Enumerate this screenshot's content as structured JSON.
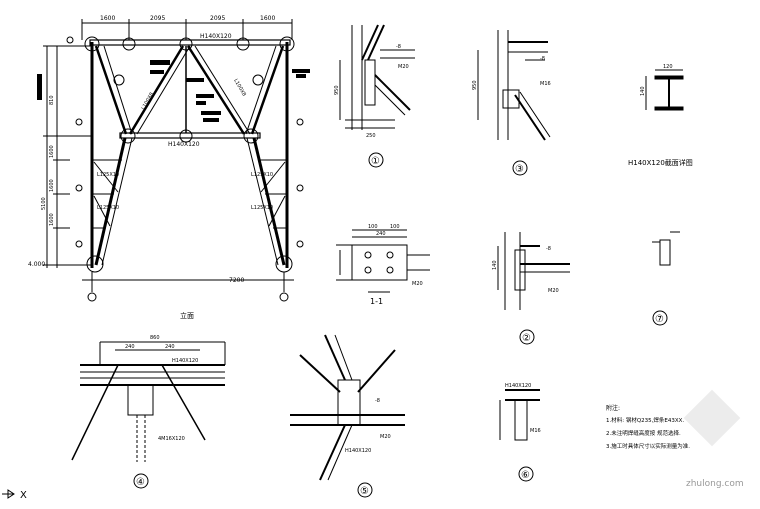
{
  "frame": {
    "top_dims": [
      "1600",
      "2095",
      "2095",
      "1600"
    ],
    "beam_top": "H140X120",
    "beam_mid": "H140X120",
    "left_dims": [
      "810",
      "1600",
      "1600",
      "1600"
    ],
    "left_total": "5100",
    "elev_label": "4.000",
    "bottom_dim": "7200",
    "brace_labels": [
      "L100X8",
      "L100X8"
    ],
    "lower_labels": [
      "L125X10",
      "L125X10",
      "L125X10",
      "L125X10"
    ],
    "title": "立面"
  },
  "section_title": "H140X120截面详图",
  "section_dims": [
    "120",
    "140"
  ],
  "section_1_1": "1-1",
  "details": {
    "d1": "①",
    "d2": "②",
    "d3": "③",
    "d4": "④",
    "d5": "⑤",
    "d6": "⑥",
    "d7": "⑦"
  },
  "d1_labels": [
    "-8",
    "M20",
    "250",
    "950"
  ],
  "d3_labels": [
    "-8",
    "M16",
    "950"
  ],
  "d2_labels": [
    "-8",
    "M20",
    "140"
  ],
  "d4_labels": [
    "860",
    "240",
    "240",
    "H140X120",
    "4M16X120"
  ],
  "d5_labels": [
    "H140X120",
    "M20",
    "-8"
  ],
  "d6_labels": [
    "H140X120",
    "M16"
  ],
  "d11_labels": [
    "100",
    "240",
    "100",
    "M20"
  ],
  "notes": {
    "heading": "附注:",
    "lines": [
      "1.材料: 钢材Q235,焊条E43XX.",
      "2.未注明焊缝高度按 规范选择.",
      "3.施工时具体尺寸以实际测量为准."
    ]
  },
  "watermark": "zhulong.com",
  "axis_label": "X"
}
